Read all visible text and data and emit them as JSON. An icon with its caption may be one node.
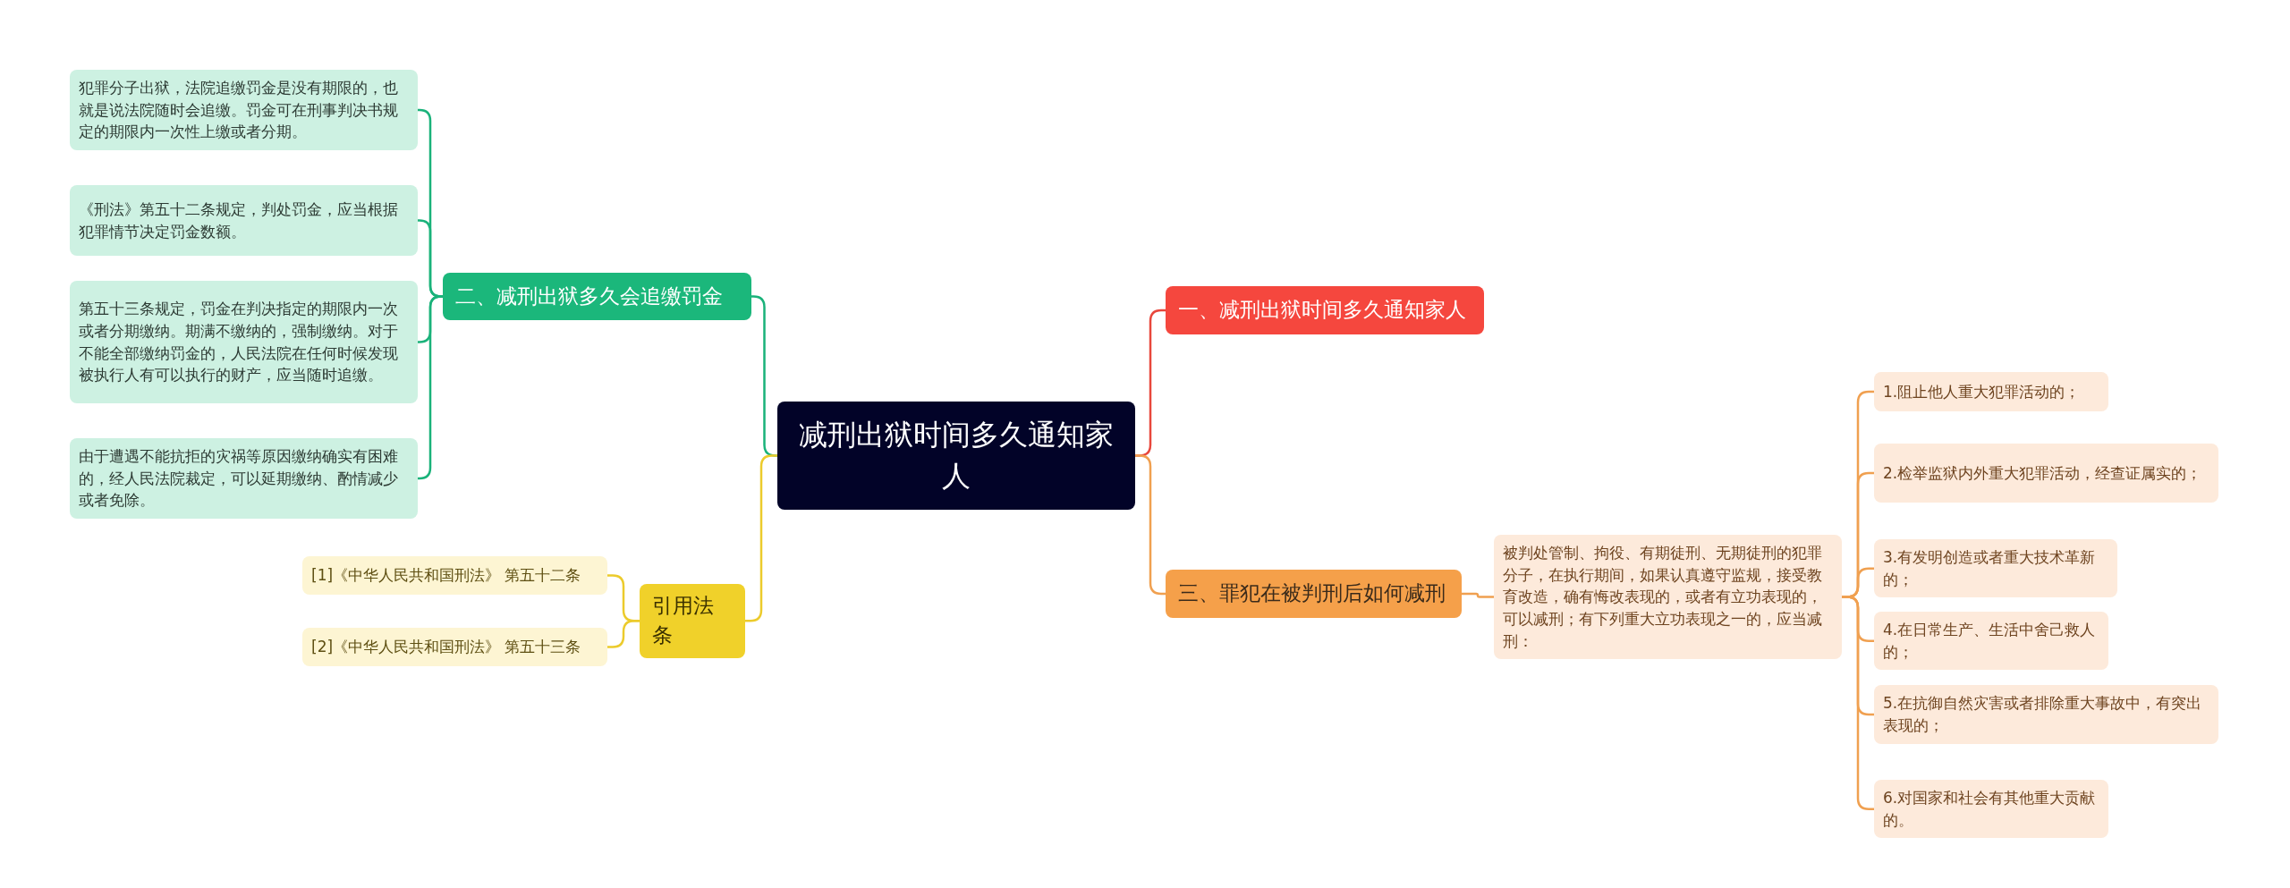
{
  "diagram": {
    "nodes": [
      {
        "text": [
          "减刑出狱时间多久通知家人"
        ]
      },
      {
        "text": [
          "一、减刑出狱时间多久通知家人"
        ]
      },
      {
        "text": [
          "三、罪犯在被判刑后如何减刑"
        ]
      },
      {
        "text": [
          "被判处管制、拘役、有期徒刑、无期徒刑的犯罪分子，在执行期间，如果认真遵守监规，接受教育改造，确有悔改表现的，或者有立功表现的，可以减刑；有下列重大立功表现之一的，应当减刑："
        ]
      },
      {
        "text": [
          "1.阻止他人重大犯罪活动的；"
        ]
      },
      {
        "text": [
          "2.检举监狱内外重大犯罪活动，经查证属实的；"
        ]
      },
      {
        "text": [
          "3.有发明创造或者重大技术革新的；"
        ]
      },
      {
        "text": [
          "4.在日常生产、生活中舍己救人的；"
        ]
      },
      {
        "text": [
          "5.在抗御自然灾害或者排除重大事故中，有突出表现的；"
        ]
      },
      {
        "text": [
          "6.对国家和社会有其他重大贡献的。"
        ]
      },
      {
        "text": [
          "二、减刑出狱多久会追缴罚金"
        ]
      },
      {
        "text": [
          "犯罪分子出狱，法院追缴罚金是没有期限的，也就是说法院随时会追缴。罚金可在刑事判决书规定的期限内一次性上缴或者分期。"
        ]
      },
      {
        "text": [
          "《刑法》第五十二条规定，判处罚金，应当根据犯罪情节决定罚金数额。"
        ]
      },
      {
        "text": [
          "第五十三条规定，罚金在判决指定的期限内一次或者分期缴纳。期满不缴纳的，强制缴纳。对于不能全部缴纳罚金的，人民法院在任何时候发现被执行人有可以执行的财产，应当随时追缴。"
        ]
      },
      {
        "text": [
          "由于遭遇不能抗拒的灾祸等原因缴纳确实有困难的，经人民法院裁定，可以延期缴纳、酌情减少或者免除。"
        ]
      },
      {
        "text": [
          "引用法条"
        ]
      },
      {
        "text": [
          "[1]《中华人民共和国刑法》 第五十二条"
        ]
      },
      {
        "text": [
          "[2]《中华人民共和国刑法》 第五十三条"
        ]
      }
    ],
    "edges": [
      {
        "from": 0,
        "to": 1,
        "arrow": "none",
        "color": "#e8473c"
      },
      {
        "from": 0,
        "to": 2,
        "arrow": "none"
      },
      {
        "from": 2,
        "to": 3,
        "arrow": "none"
      },
      {
        "from": 3,
        "to": 4,
        "arrow": "none"
      },
      {
        "from": 3,
        "to": 5,
        "arrow": "none"
      },
      {
        "from": 3,
        "to": 6,
        "arrow": "none"
      },
      {
        "from": 3,
        "to": 7,
        "arrow": "none"
      },
      {
        "from": 3,
        "to": 8,
        "arrow": "none"
      },
      {
        "from": 3,
        "to": 9,
        "arrow": "none"
      },
      {
        "from": 0,
        "to": 10,
        "arrow": "none",
        "color": "#1ab27a"
      },
      {
        "from": 10,
        "to": 11,
        "arrow": "none",
        "color": "#1ab27a"
      },
      {
        "from": 10,
        "to": 12,
        "arrow": "none",
        "color": "#1ab27a"
      },
      {
        "from": 10,
        "to": 13,
        "arrow": "none",
        "color": "#1ab27a"
      },
      {
        "from": 10,
        "to": 14,
        "arrow": "none",
        "color": "#1ab27a"
      },
      {
        "from": 0,
        "to": 15,
        "arrow": "none",
        "color": "#eccb2c"
      },
      {
        "from": 15,
        "to": 16,
        "arrow": "none",
        "color": "#eccb2c"
      },
      {
        "from": 15,
        "to": 17,
        "arrow": "none",
        "color": "#eccb2c"
      }
    ]
  }
}
